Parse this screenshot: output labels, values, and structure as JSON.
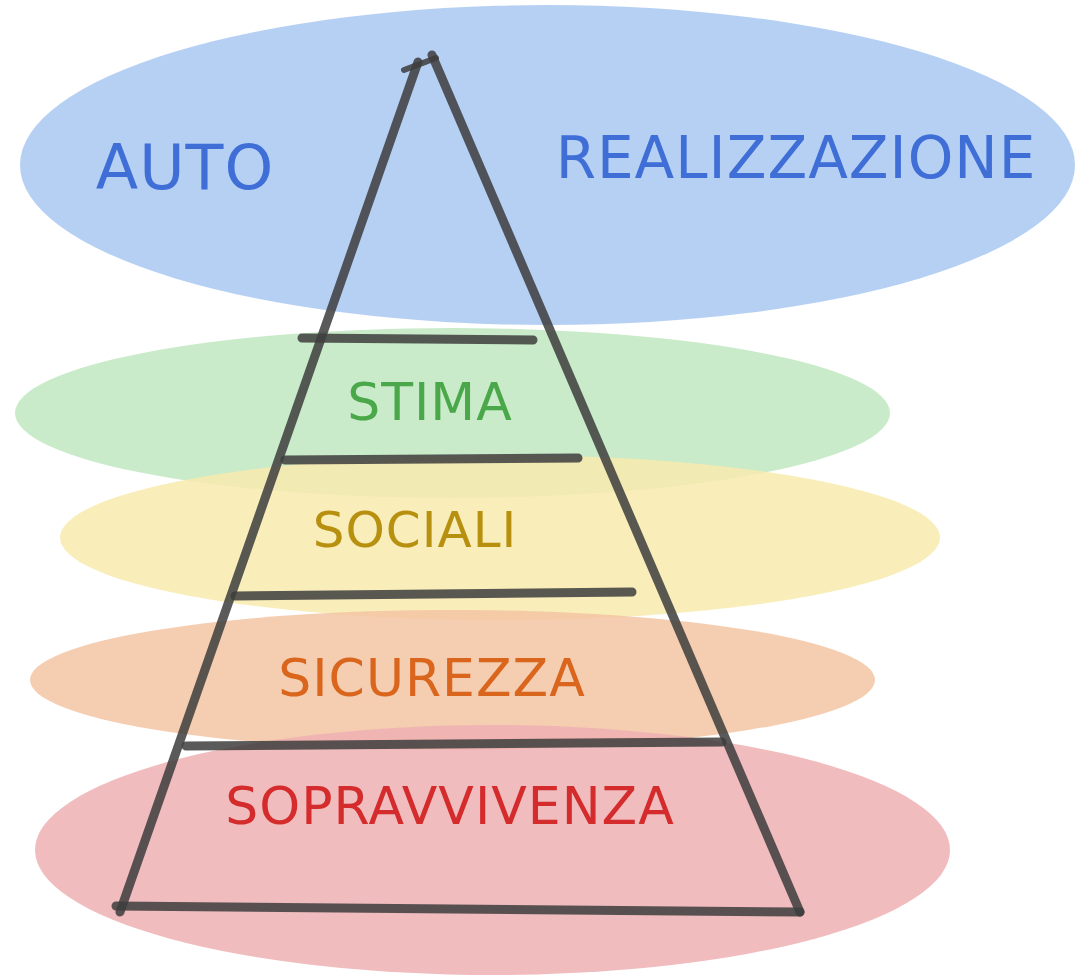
{
  "diagram": {
    "nodes": [
      {
        "text": [
          "AUTO",
          "REALIZZAZIONE"
        ]
      },
      {
        "text": [
          "STIMA"
        ]
      },
      {
        "text": [
          "SOCIALI"
        ]
      },
      {
        "text": [
          "SICUREZZA"
        ]
      },
      {
        "text": [
          "SOPRAVVIVENZA"
        ]
      }
    ]
  }
}
